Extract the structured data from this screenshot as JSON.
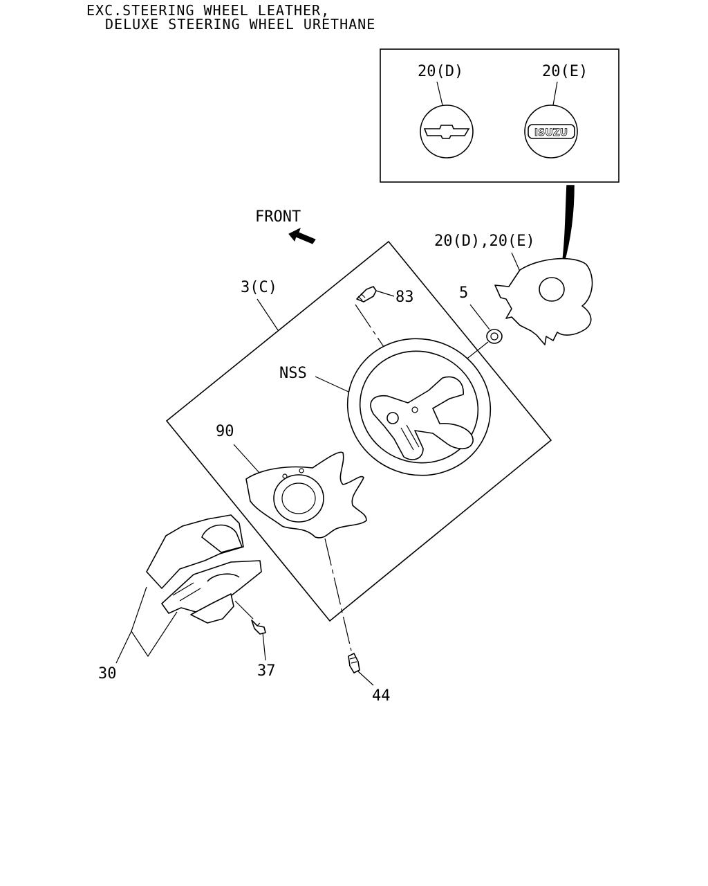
{
  "header": {
    "line1": "EXC.STEERING WHEEL LEATHER,",
    "line2": "DELUXE STEERING WHEEL URETHANE"
  },
  "inset": {
    "left_label": "20(D)",
    "right_label": "20(E)",
    "left_emblem": "chevrolet-bowtie",
    "right_emblem_text": "ISUZU"
  },
  "direction": {
    "label": "FRONT",
    "icon": "arrow-up-left-icon"
  },
  "callouts": {
    "pad_variants": "20(D),20(E)",
    "assembly": "3(C)",
    "bolt_top": "83",
    "nut": "5",
    "wheel": "NSS",
    "lower_cover": "90",
    "column_cover": "30",
    "screw_small": "37",
    "screw_bottom": "44"
  }
}
